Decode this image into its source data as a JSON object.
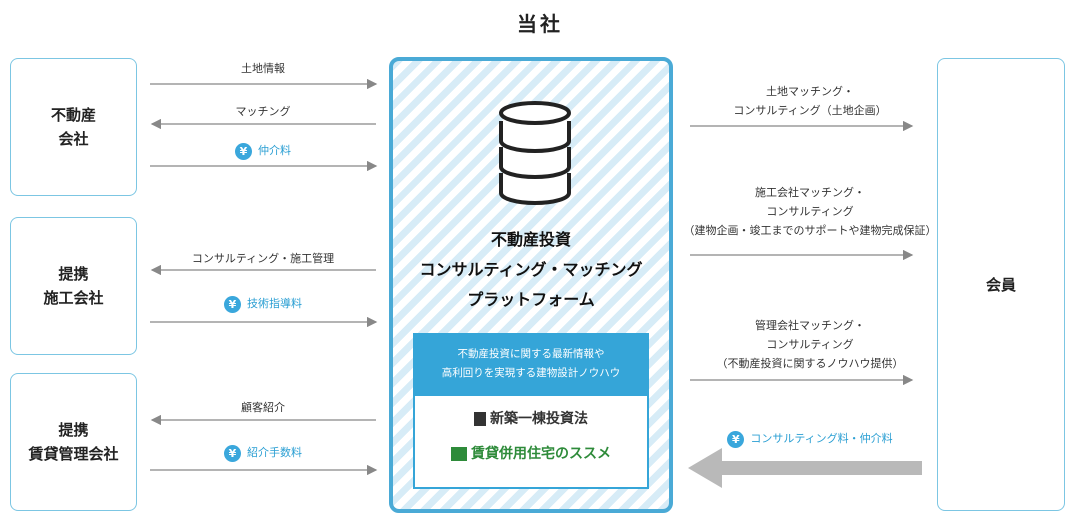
{
  "title": "当社",
  "left_entities": [
    {
      "line1": "不動産",
      "line2": "会社"
    },
    {
      "line1": "提携",
      "line2": "施工会社"
    },
    {
      "line1": "提携",
      "line2": "賃貸管理会社"
    }
  ],
  "right_entity": "会員",
  "left_flows": [
    {
      "label": "土地情報",
      "direction": "right",
      "fee": false
    },
    {
      "label": "マッチング",
      "direction": "left",
      "fee": false
    },
    {
      "label": "仲介料",
      "direction": "right",
      "fee": true
    },
    {
      "label": "コンサルティング・施工管理",
      "direction": "left",
      "fee": false
    },
    {
      "label": "技術指導料",
      "direction": "right",
      "fee": true
    },
    {
      "label": "顧客紹介",
      "direction": "left",
      "fee": false
    },
    {
      "label": "紹介手数料",
      "direction": "right",
      "fee": true
    }
  ],
  "right_flows": [
    {
      "line1": "土地マッチング・",
      "line2": "コンサルティング（土地企画）",
      "line3": ""
    },
    {
      "line1": "施工会社マッチング・",
      "line2": "コンサルティング",
      "line3": "（建物企画・竣工までのサポートや建物完成保証）"
    },
    {
      "line1": "管理会社マッチング・",
      "line2": "コンサルティング",
      "line3": "（不動産投資に関するノウハウ提供）"
    },
    {
      "line1": "コンサルティング料・仲介料",
      "line2": "",
      "line3": ""
    }
  ],
  "yen_symbol": "¥",
  "platform": {
    "line1": "不動産投資",
    "line2": "コンサルティング・マッチング",
    "line3": "プラットフォーム",
    "info_line1": "不動産投資に関する最新情報や",
    "info_line2": "高利回りを実現する建物設計ノウハウ",
    "book1": "新築一棟投資法",
    "book2": "賃貸併用住宅のススメ"
  },
  "icons": [
    "database-icon",
    "yen-icon",
    "arrow-icon"
  ],
  "colors": {
    "accent": "#35a5d8",
    "border": "#7cc6e3",
    "arrow": "#888888",
    "fee_text": "#2b9fd3"
  }
}
